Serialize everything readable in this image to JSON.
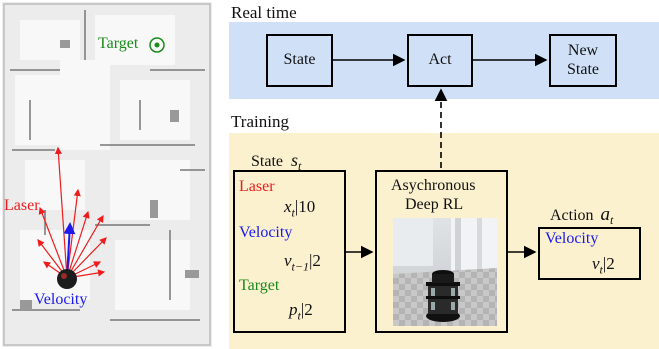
{
  "map": {
    "target_label": "Target",
    "laser_label": "Laser",
    "velocity_label": "Velocity",
    "colors": {
      "target": "#1a8a1a",
      "laser": "#ee1c1c",
      "velocity": "#1a1aee"
    }
  },
  "realtime": {
    "title": "Real time",
    "state": "State",
    "act": "Act",
    "new_state_line1": "New",
    "new_state_line2": "State"
  },
  "training": {
    "title": "Training",
    "state_title": "State",
    "state_symbol": "s",
    "state_sub": "t",
    "laser_label": "Laser",
    "laser_var": "x",
    "laser_sub": "t",
    "laser_dim": "|10",
    "velocity_label": "Velocity",
    "velocity_var": "v",
    "velocity_sub": "t−1",
    "velocity_dim": "|2",
    "target_label": "Target",
    "target_var": "p",
    "target_sub": "t",
    "target_dim": "|2",
    "rl_line1": "Asychronous",
    "rl_line2": "Deep RL",
    "action_title": "Action",
    "action_symbol": "a",
    "action_sub": "t",
    "action_velocity_label": "Velocity",
    "action_var": "v",
    "action_sub2": "t",
    "action_dim": "|2"
  }
}
